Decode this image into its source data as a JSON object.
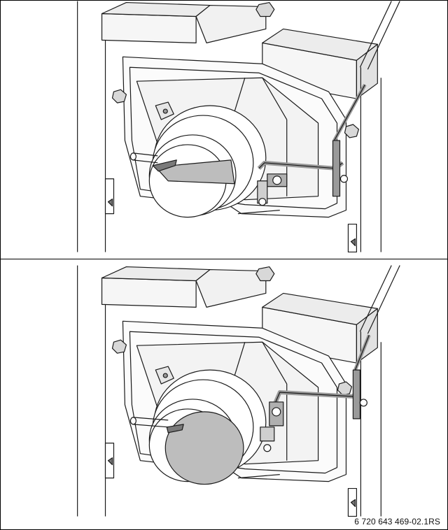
{
  "figure": {
    "reference_code": "6 720 643 469-02.1RS",
    "panels": [
      {
        "id": "top",
        "damper": "closed"
      },
      {
        "id": "bottom",
        "damper": "open"
      }
    ],
    "colors": {
      "line": "#1a1a1a",
      "surface": "#ffffff",
      "shade_light": "#efefef",
      "shade_mid": "#d6d6d6",
      "shade_dark": "#8e8e8e",
      "lever": "#9a9a9a"
    }
  }
}
